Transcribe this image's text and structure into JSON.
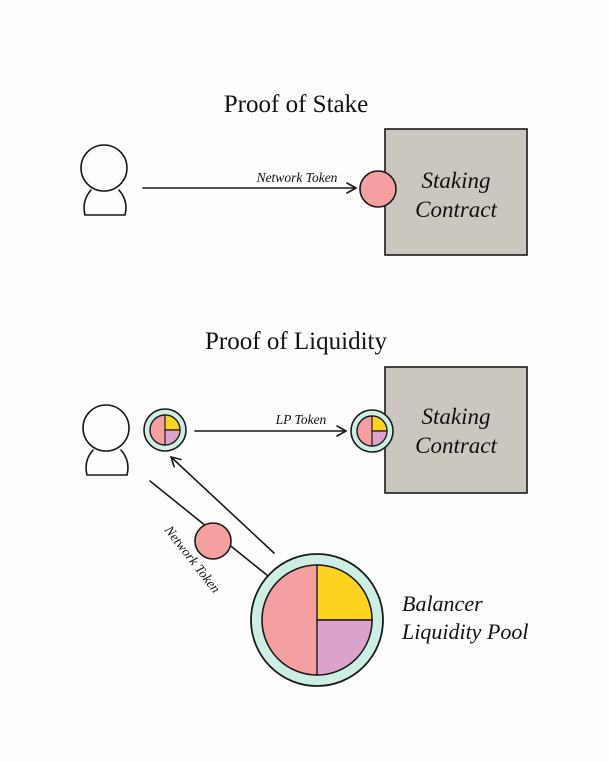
{
  "proof_of_stake": {
    "title": "Proof of Stake",
    "arrow_label": "Network Token",
    "contract_line1": "Staking",
    "contract_line2": "Contract"
  },
  "proof_of_liquidity": {
    "title": "Proof of Liquidity",
    "lp_arrow_label": "LP Token",
    "network_arrow_label": "Network Token",
    "contract_line1": "Staking",
    "contract_line2": "Contract",
    "pool_line1": "Balancer",
    "pool_line2": "Liquidity Pool"
  },
  "colors": {
    "network_token": "#f4a0a0",
    "lp_ring": "#cdeee2",
    "pool_yellow": "#ffd21f",
    "pool_purple": "#dba3cc",
    "contract_fill": "#cbc7be"
  }
}
